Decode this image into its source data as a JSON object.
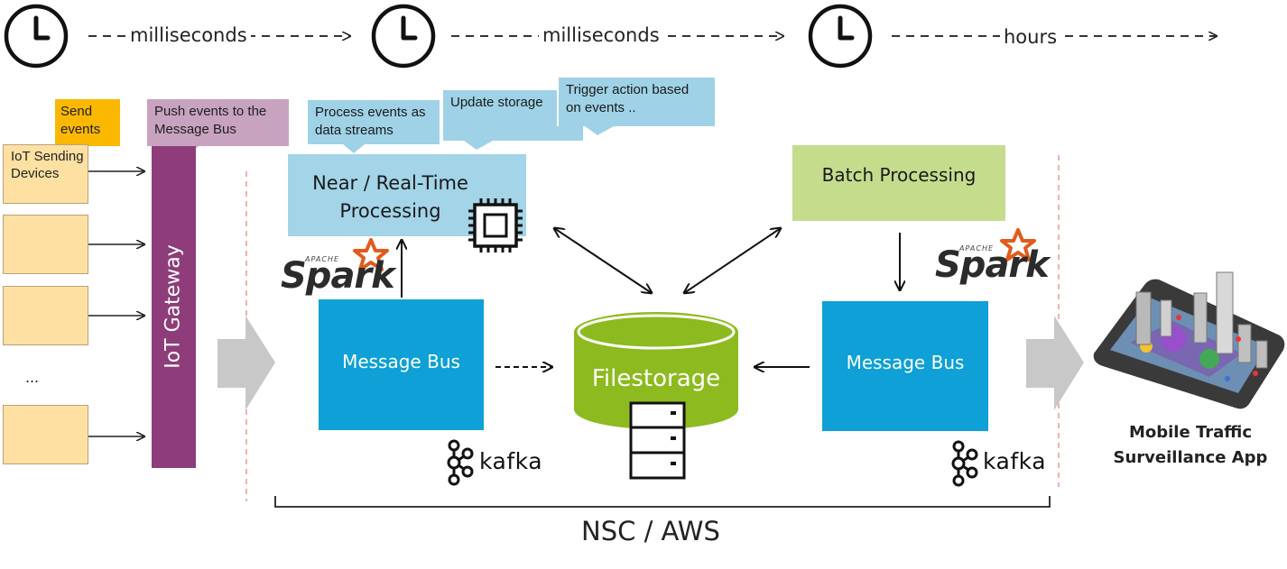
{
  "timeline": {
    "labels": [
      "milliseconds",
      "milliseconds",
      "hours"
    ]
  },
  "callouts": {
    "send_events": "Send events",
    "push_events": "Push events to the Message Bus",
    "process_streams": "Process events as data streams",
    "update_storage": "Update storage",
    "trigger_action": "Trigger action based on events .."
  },
  "devices": {
    "first": "IoT Sending Devices",
    "ellipsis": "..."
  },
  "gateway": {
    "label": "IoT Gateway"
  },
  "realtime": {
    "title": "Near / Real-Time Processing"
  },
  "batch": {
    "title": "Batch Processing"
  },
  "message_bus": {
    "left": "Message Bus",
    "right": "Message Bus"
  },
  "filestorage": {
    "label": "Filestorage"
  },
  "logos": {
    "kafka": "kafka",
    "spark": "Spark",
    "spark_apache": "APACHE"
  },
  "platform": {
    "label": "NSC / AWS"
  },
  "app": {
    "label": "Mobile Traffic Surveillance App"
  },
  "colors": {
    "gateway": "#8e3d7a",
    "message_bus": "#0ea0d6",
    "filestorage": "#8dba1f",
    "realtime_box": "#a3d4e8",
    "batch_box": "#c5dc8d",
    "send_callout": "#fbb800",
    "push_callout": "#c7a3c0",
    "device": "#fde0a2",
    "spark_star": "#e25a1c"
  }
}
